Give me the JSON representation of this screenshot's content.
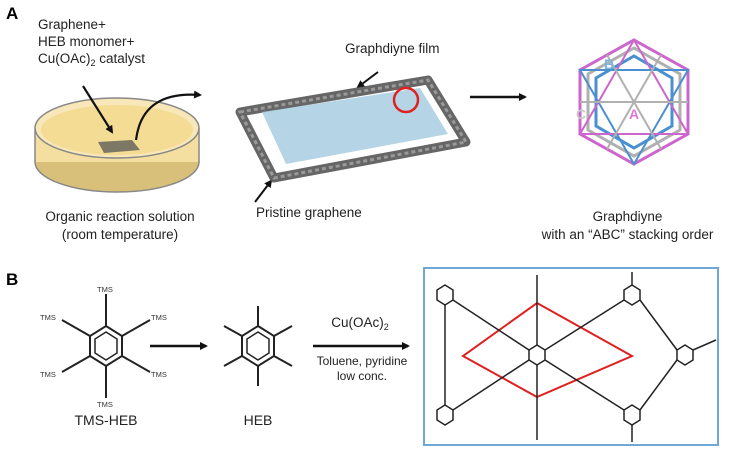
{
  "panels": {
    "a": "A",
    "b": "B"
  },
  "panel_a": {
    "reagents_line1": "Graphene+",
    "reagents_line2": "HEB monomer+",
    "reagents_line3_main": "Cu(OAc)",
    "reagents_line3_sub": "2",
    "reagents_line3_tail": " catalyst",
    "solution_line1": "Organic reaction solution",
    "solution_line2": "(room temperature)",
    "film_label": "Graphdiyne film",
    "graphene_label": "Pristine graphene",
    "product_line1": "Graphdiyne",
    "product_line2": "with an “ABC” stacking order",
    "stack_letters": {
      "a": "A",
      "b": "B",
      "c": "C"
    },
    "colors": {
      "layer_a": "#cc66cc",
      "layer_b": "#4a90d0",
      "layer_c": "#b0b0b0",
      "dish": "#f5dfa0",
      "film": "#a8cce0",
      "circle": "#e02020"
    }
  },
  "panel_b": {
    "tms": "TMS",
    "tms_heb_label": "TMS-HEB",
    "heb_label": "HEB",
    "catalyst_main": "Cu(OAc)",
    "catalyst_sub": "2",
    "conditions_line1": "Toluene, pyridine",
    "conditions_line2": "low conc.",
    "colors": {
      "frame": "#6fa8d6",
      "unit_cell": "#e02020"
    }
  }
}
